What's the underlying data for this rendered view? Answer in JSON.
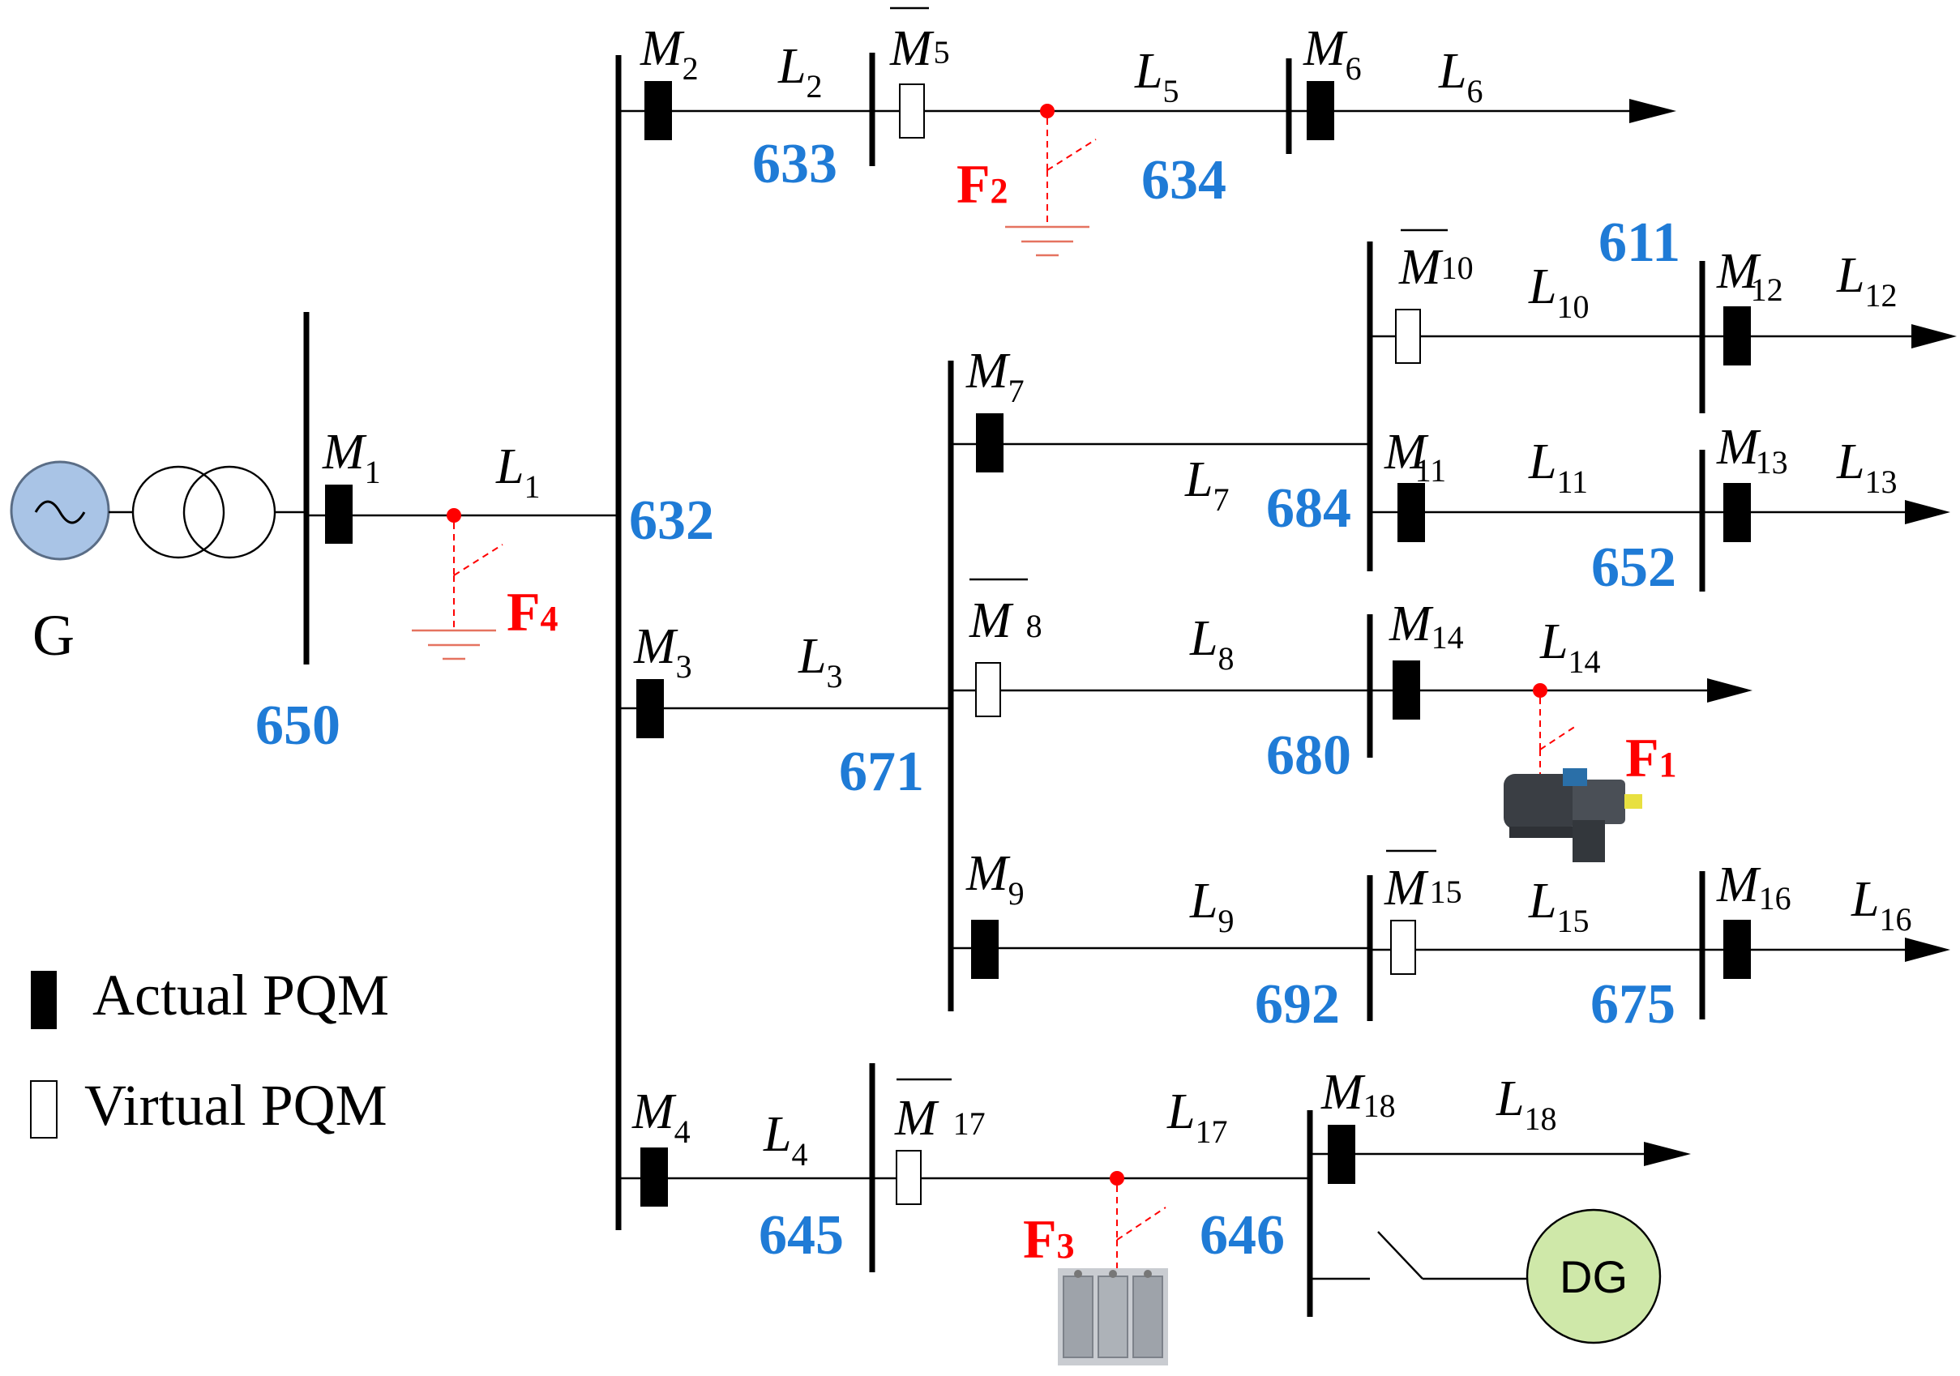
{
  "generator": {
    "label": "G"
  },
  "dg": {
    "label": "DG"
  },
  "buses": {
    "b650": "650",
    "b632": "632",
    "b633": "633",
    "b634": "634",
    "b611": "611",
    "b684": "684",
    "b652": "652",
    "b671": "671",
    "b680": "680",
    "b692": "692",
    "b675": "675",
    "b645": "645",
    "b646": "646"
  },
  "monitors": {
    "m1": {
      "sym": "M",
      "sub": "1"
    },
    "m2": {
      "sym": "M",
      "sub": "2"
    },
    "m3": {
      "sym": "M",
      "sub": "3"
    },
    "m4": {
      "sym": "M",
      "sub": "4"
    },
    "m5": {
      "sym": "M",
      "sub": "5"
    },
    "m6": {
      "sym": "M",
      "sub": "6"
    },
    "m7": {
      "sym": "M",
      "sub": "7"
    },
    "m8": {
      "sym": "M",
      "sub": "8"
    },
    "m9": {
      "sym": "M",
      "sub": "9"
    },
    "m10": {
      "sym": "M",
      "sub": "10"
    },
    "m11": {
      "sym": "M",
      "sub": "11"
    },
    "m12": {
      "sym": "M",
      "sub": "12"
    },
    "m13": {
      "sym": "M",
      "sub": "13"
    },
    "m14": {
      "sym": "M",
      "sub": "14"
    },
    "m15": {
      "sym": "M",
      "sub": "15"
    },
    "m16": {
      "sym": "M",
      "sub": "16"
    },
    "m17": {
      "sym": "M",
      "sub": "17"
    },
    "m18": {
      "sym": "M",
      "sub": "18"
    }
  },
  "lines": {
    "l1": {
      "sym": "L",
      "sub": "1"
    },
    "l2": {
      "sym": "L",
      "sub": "2"
    },
    "l3": {
      "sym": "L",
      "sub": "3"
    },
    "l4": {
      "sym": "L",
      "sub": "4"
    },
    "l5": {
      "sym": "L",
      "sub": "5"
    },
    "l6": {
      "sym": "L",
      "sub": "6"
    },
    "l7": {
      "sym": "L",
      "sub": "7"
    },
    "l8": {
      "sym": "L",
      "sub": "8"
    },
    "l9": {
      "sym": "L",
      "sub": "9"
    },
    "l10": {
      "sym": "L",
      "sub": "10"
    },
    "l11": {
      "sym": "L",
      "sub": "11"
    },
    "l12": {
      "sym": "L",
      "sub": "12"
    },
    "l13": {
      "sym": "L",
      "sub": "13"
    },
    "l14": {
      "sym": "L",
      "sub": "14"
    },
    "l15": {
      "sym": "L",
      "sub": "15"
    },
    "l16": {
      "sym": "L",
      "sub": "16"
    },
    "l17": {
      "sym": "L",
      "sub": "17"
    },
    "l18": {
      "sym": "L",
      "sub": "18"
    }
  },
  "faults": {
    "f1": {
      "sym": "F",
      "sub": "1"
    },
    "f2": {
      "sym": "F",
      "sub": "2"
    },
    "f3": {
      "sym": "F",
      "sub": "3"
    },
    "f4": {
      "sym": "F",
      "sub": "4"
    }
  },
  "legend": {
    "actual": "Actual PQM",
    "virtual": "Virtual PQM"
  },
  "colors": {
    "bus_number": "#1f7bd6",
    "fault": "#ff0000",
    "generator_fill": "#a9c4e6",
    "dg_fill": "#cfe8a9"
  }
}
